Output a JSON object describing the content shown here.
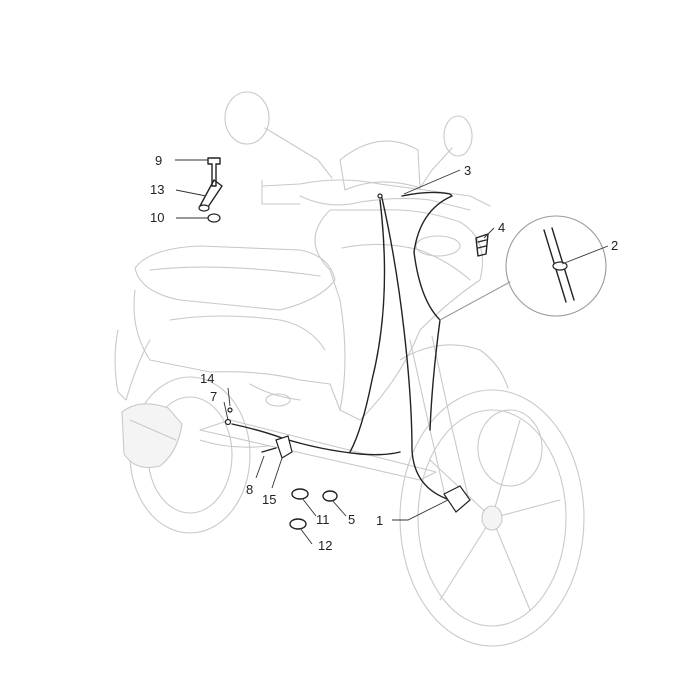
{
  "callouts": [
    {
      "id": "1",
      "label": "1"
    },
    {
      "id": "2",
      "label": "2"
    },
    {
      "id": "3",
      "label": "3"
    },
    {
      "id": "4",
      "label": "4"
    },
    {
      "id": "5",
      "label": "5"
    },
    {
      "id": "7",
      "label": "7"
    },
    {
      "id": "8",
      "label": "8"
    },
    {
      "id": "9",
      "label": "9"
    },
    {
      "id": "10",
      "label": "10"
    },
    {
      "id": "11",
      "label": "11"
    },
    {
      "id": "12",
      "label": "12"
    },
    {
      "id": "13",
      "label": "13"
    },
    {
      "id": "14",
      "label": "14"
    },
    {
      "id": "15",
      "label": "15"
    }
  ],
  "colors": {
    "scooter_outline": "#c9c9c9",
    "parts": "#222222",
    "background": "#ffffff"
  }
}
